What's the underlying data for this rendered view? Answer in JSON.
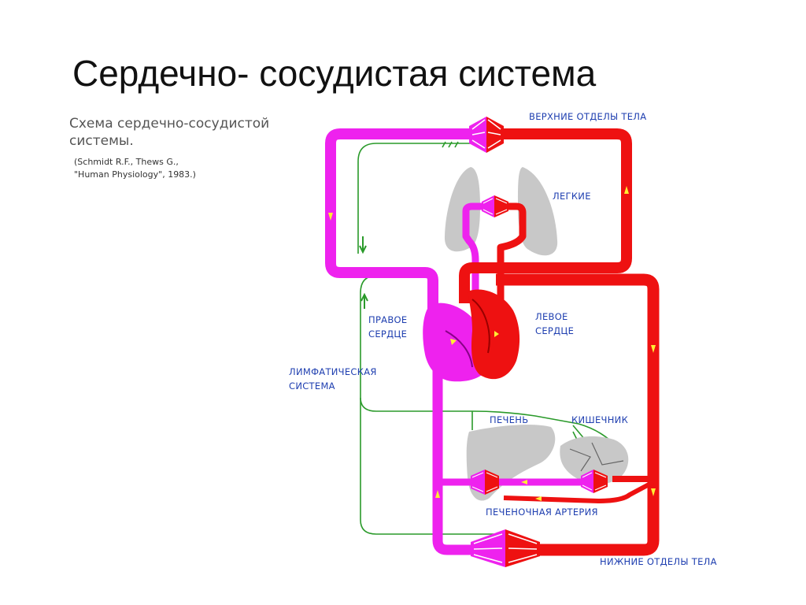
{
  "slide": {
    "title": "Сердечно- сосудистая система",
    "caption_line1": "Схема сердечно-сосудистой",
    "caption_line2": "системы.",
    "citation_line1": "(Schmidt R.F., Thews G.,",
    "citation_line2": "\"Human Physiology\", 1983.)"
  },
  "diagram": {
    "labels": {
      "upper_body": "ВЕРХНИЕ ОТДЕЛЫ ТЕЛА",
      "lungs": "ЛЕГКИЕ",
      "right_heart_1": "ПРАВОЕ",
      "right_heart_2": "СЕРДЦЕ",
      "left_heart_1": "ЛЕВОЕ",
      "left_heart_2": "СЕРДЦЕ",
      "lymphatic_1": "ЛИМФАТИЧЕСКАЯ",
      "lymphatic_2": "СИСТЕМА",
      "liver": "ПЕЧЕНЬ",
      "intestine": "КИШЕЧНИК",
      "hepatic_artery": "ПЕЧЕНОЧНАЯ АРТЕРИЯ",
      "lower_body": "НИЖНИЕ ОТДЕЛЫ ТЕЛА"
    },
    "colors": {
      "venous": "#ee22ee",
      "arterial": "#ee1111",
      "lymph": "#2a9a2a",
      "organ": "#c8c8c8",
      "label": "#1f3fb0",
      "flow_arrow": "#ffee33"
    }
  }
}
